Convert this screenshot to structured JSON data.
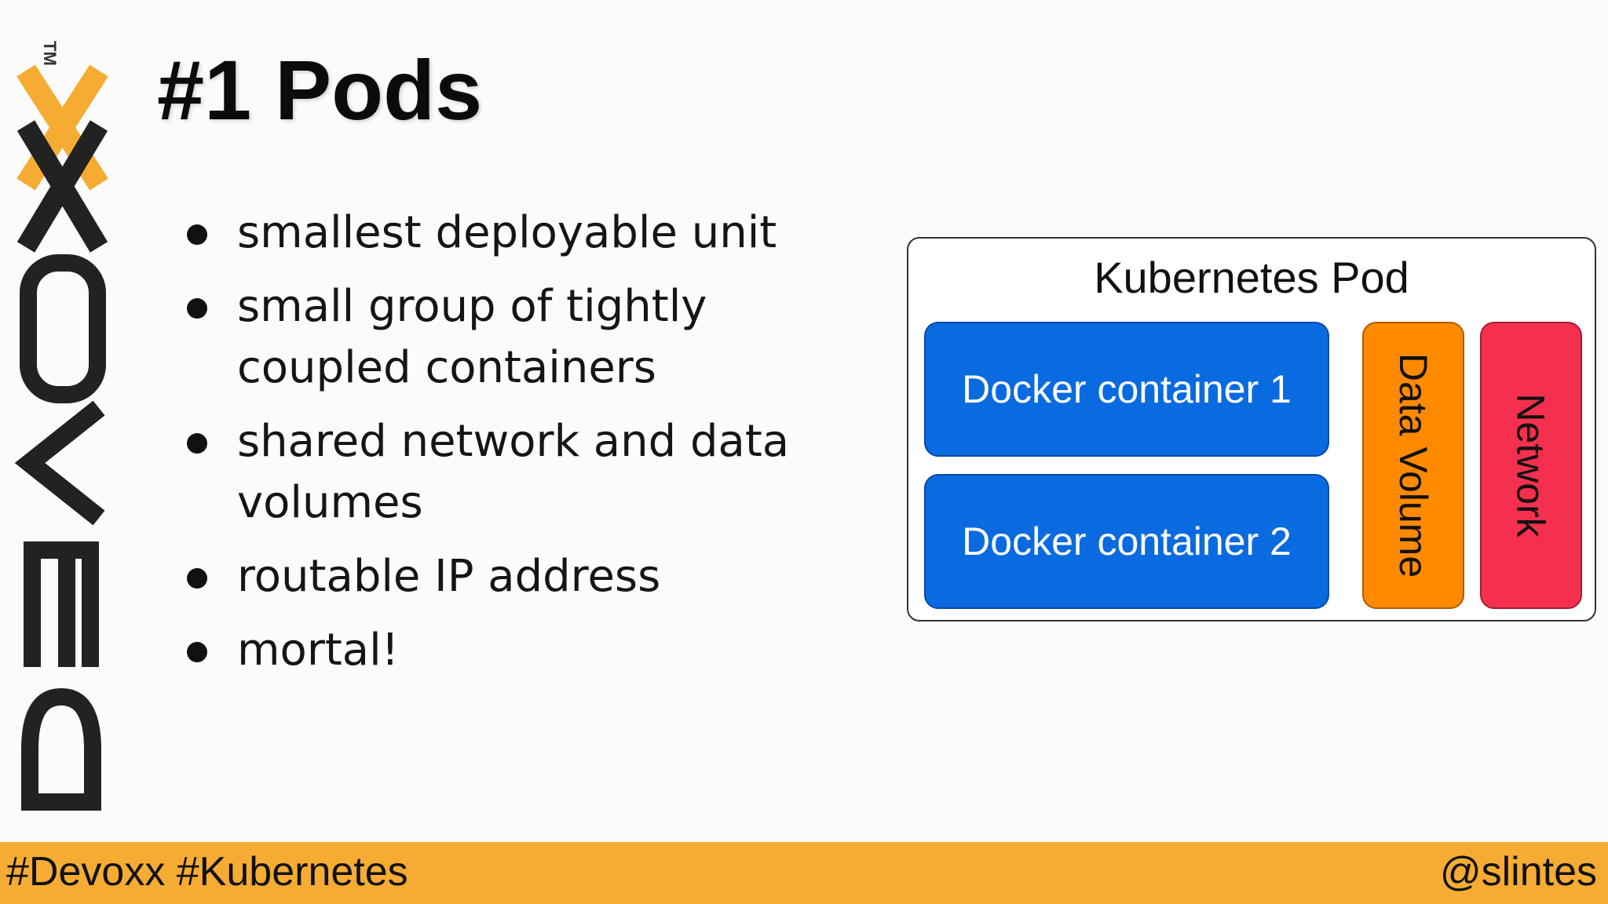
{
  "logo": {
    "wordmark": "DEVOXX",
    "trademark": "TM",
    "accent_color": "#f6ac33",
    "text_color": "#222222"
  },
  "slide": {
    "title": "#1 Pods",
    "bullets": [
      "smallest deployable unit",
      "small group of tightly coupled containers",
      "shared network and data volumes",
      "routable IP address",
      "mortal!"
    ]
  },
  "diagram": {
    "title": "Kubernetes Pod",
    "containers": [
      "Docker container 1",
      "Docker container 2"
    ],
    "data_volume": "Data Volume",
    "network": "Network",
    "colors": {
      "container": "#0a6be0",
      "data_volume": "#ff8a00",
      "network": "#f5304f"
    }
  },
  "footer": {
    "hashtags": "#Devoxx #Kubernetes",
    "handle": "@slintes",
    "color": "#f6ac33"
  }
}
